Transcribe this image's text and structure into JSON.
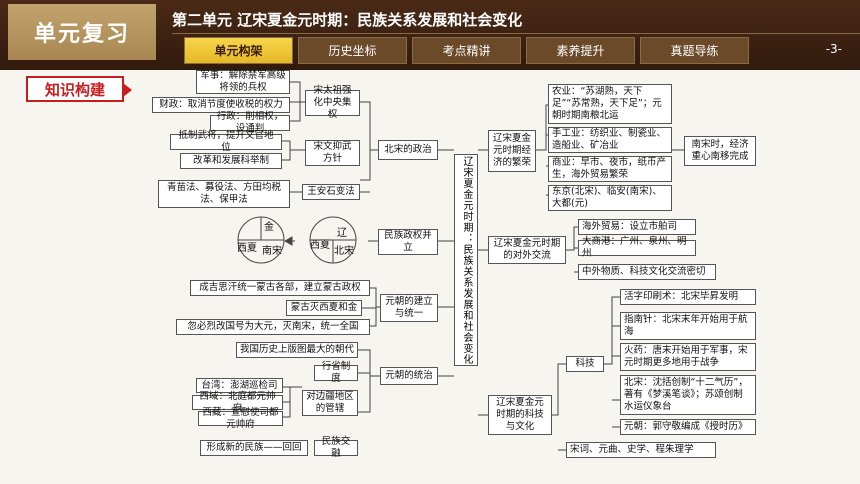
{
  "header": {
    "logo": "单元复习",
    "unit_title": "第二单元  辽宋夏金元时期：民族关系发展和社会变化",
    "tabs": [
      "单元构架",
      "历史坐标",
      "考点精讲",
      "素养提升",
      "真题导练"
    ],
    "page": "-3-"
  },
  "colors": {
    "header_bg": "#3c2212",
    "active_tab": "#f2cc3f",
    "accent_red": "#c91d1d"
  },
  "content": {
    "section_label": "知识构建",
    "center": "辽宋夏金元时期：民族关系发展和社会变化",
    "left": {
      "northsong_politics": "北宋的政治",
      "zutai": "宋太祖强化中央集权",
      "zutai_items": [
        "军事：解除禁军高级将领的兵权",
        "财政：取消节度使收税的权力",
        "行政：削相权，设通判"
      ],
      "renzong": "宋文抑武方针",
      "renzong_items": [
        "抵制武将，提升文官地位",
        "改革和发展科举制"
      ],
      "wang": "王安石变法",
      "wang_item": "青苗法、募役法、方田均税法、保甲法",
      "regimes": "民族政权并立",
      "circle1": [
        "金",
        "西夏",
        "南宋"
      ],
      "circle2": [
        "辽",
        "西夏",
        "北宋"
      ],
      "yuan_build": "元朝的建立与统一",
      "yuan_build_items": [
        "成吉思汗统一蒙古各部，建立蒙古政权",
        "蒙古灭西夏和金",
        "忽必烈改国号为大元，灭南宋，统一全国"
      ],
      "yuan_rule": "元朝的统治",
      "yuan_rule_items": [
        "我国历史上版图最大的朝代",
        "行省制度"
      ],
      "border": "对边疆地区的管辖",
      "border_items": [
        "台湾：澎湖巡检司",
        "西域：北庭都元帅府",
        "西藏：宣慰使司都元帅府"
      ],
      "fusion": "民族交融",
      "fusion_item": "形成新的民族——回回"
    },
    "right": {
      "economy": "辽宋夏金元时期经济的繁荣",
      "economy_items": [
        "农业：“苏湖熟，天下足”“苏常熟，天下足”；元朝时期南粮北运",
        "手工业：纺织业、制瓷业、造船业、矿冶业",
        "商业：早市、夜市，纸币产生，海外贸易繁荣",
        "东京(北宋)、临安(南宋)、大都(元)"
      ],
      "shift": "南宋时，经济重心南移完成",
      "foreign": "辽宋夏金元时期的对外交流",
      "foreign_items": [
        "海外贸易：设立市舶司",
        "大商港：广州、泉州、明州",
        "中外物质、科技文化交流密切"
      ],
      "sci": "辽宋夏金元时期的科技与文化",
      "tech": "科技",
      "tech_items": [
        "活字印刷术：北宋毕昇发明",
        "指南针：北宋末年开始用于航海",
        "火药：唐末开始用于军事，宋元时期更多地用于战争",
        "北宋：沈括创制“十二气历”，著有《梦溪笔谈》；苏颂创制水运仪象台",
        "元朝：郭守敬编成《授时历》"
      ],
      "culture": "宋词、元曲、史学、程朱理学"
    }
  }
}
